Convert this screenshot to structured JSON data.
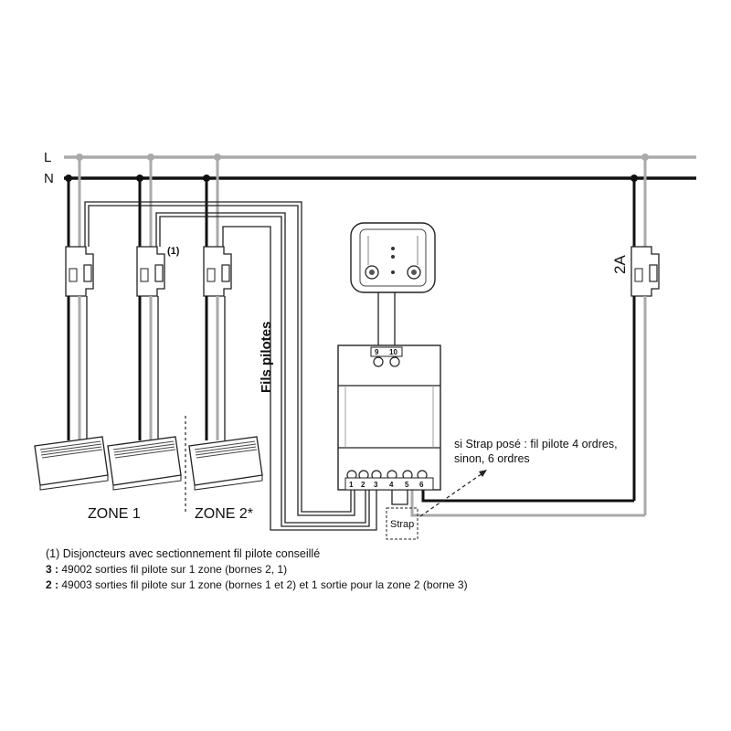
{
  "lines": {
    "phase": "L",
    "neutral": "N"
  },
  "labels": {
    "breaker_note_marker": "(1)",
    "breaker_rating": "2A",
    "fils_pilotes": "Fils pilotes",
    "zone1": "ZONE 1",
    "zone2": "ZONE 2*",
    "strap": "Strap",
    "strap_note_line1": "si Strap posé : fil pilote 4 ordres,",
    "strap_note_line2": "sinon, 6 ordres"
  },
  "terminals": {
    "top": [
      "9",
      "10"
    ],
    "bottom": [
      "1",
      "2",
      "3",
      "4",
      "5",
      "6"
    ]
  },
  "notes": {
    "note1": "(1) Disjoncteurs avec sectionnement fil pilote conseillé",
    "note2_key": "3 :",
    "note2_text": " 49002 sorties fil pilote sur 1 zone (bornes 2, 1)",
    "note3_key": "2 :",
    "note3_text": " 49003 sorties fil pilote sur 1 zone (bornes 1 et 2) et 1 sortie pour la zone 2 (borne 3)"
  },
  "colors": {
    "phase_wire": "#aaaaaa",
    "neutral_wire": "#111111",
    "device_outline": "#222222"
  }
}
